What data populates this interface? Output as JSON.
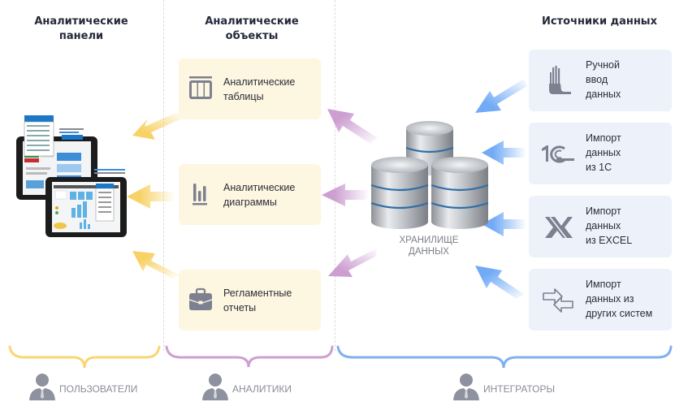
{
  "columns": {
    "dashboards": {
      "title_line1": "Аналитические",
      "title_line2": "панели"
    },
    "objects": {
      "title_line1": "Аналитические",
      "title_line2": "объекты"
    },
    "sources": {
      "title": "Источники данных"
    }
  },
  "analytic_objects": [
    {
      "icon": "table-icon",
      "line1": "Аналитические",
      "line2": "таблицы"
    },
    {
      "icon": "bar-chart-icon",
      "line1": "Аналитические",
      "line2": "диаграммы"
    },
    {
      "icon": "briefcase-icon",
      "line1": "Регламентные",
      "line2": "отчеты"
    }
  ],
  "storage": {
    "line1": "ХРАНИЛИЩЕ",
    "line2": "ДАННЫХ",
    "icon": "database-icon"
  },
  "data_sources": [
    {
      "icon": "hand-icon",
      "line1": "Ручной",
      "line2": "ввод",
      "line3": "данных"
    },
    {
      "icon": "1c-logo-icon",
      "line1": "Импорт",
      "line2": "данных",
      "line3": "из 1С"
    },
    {
      "icon": "excel-icon",
      "line1": "Импорт",
      "line2": "данных",
      "line3": "из EXCEL"
    },
    {
      "icon": "exchange-arrows-icon",
      "line1": "Импорт",
      "line2": "данных из",
      "line3": "других систем"
    }
  ],
  "roles": [
    {
      "label": "ПОЛЬЗОВАТЕЛИ",
      "color": "#f7d774"
    },
    {
      "label": "АНАЛИТИКИ",
      "color": "#cf9fd2"
    },
    {
      "label": "ИНТЕГРАТОРЫ",
      "color": "#7fb0f2"
    }
  ],
  "colors": {
    "yellow_arrow": "#f7cf5c",
    "purple_arrow": "#c693cc",
    "blue_arrow": "#6aa6f5",
    "object_card_bg": "#fdf6e0",
    "source_card_bg": "#edf2fa",
    "icon_gray": "#7d8090"
  }
}
